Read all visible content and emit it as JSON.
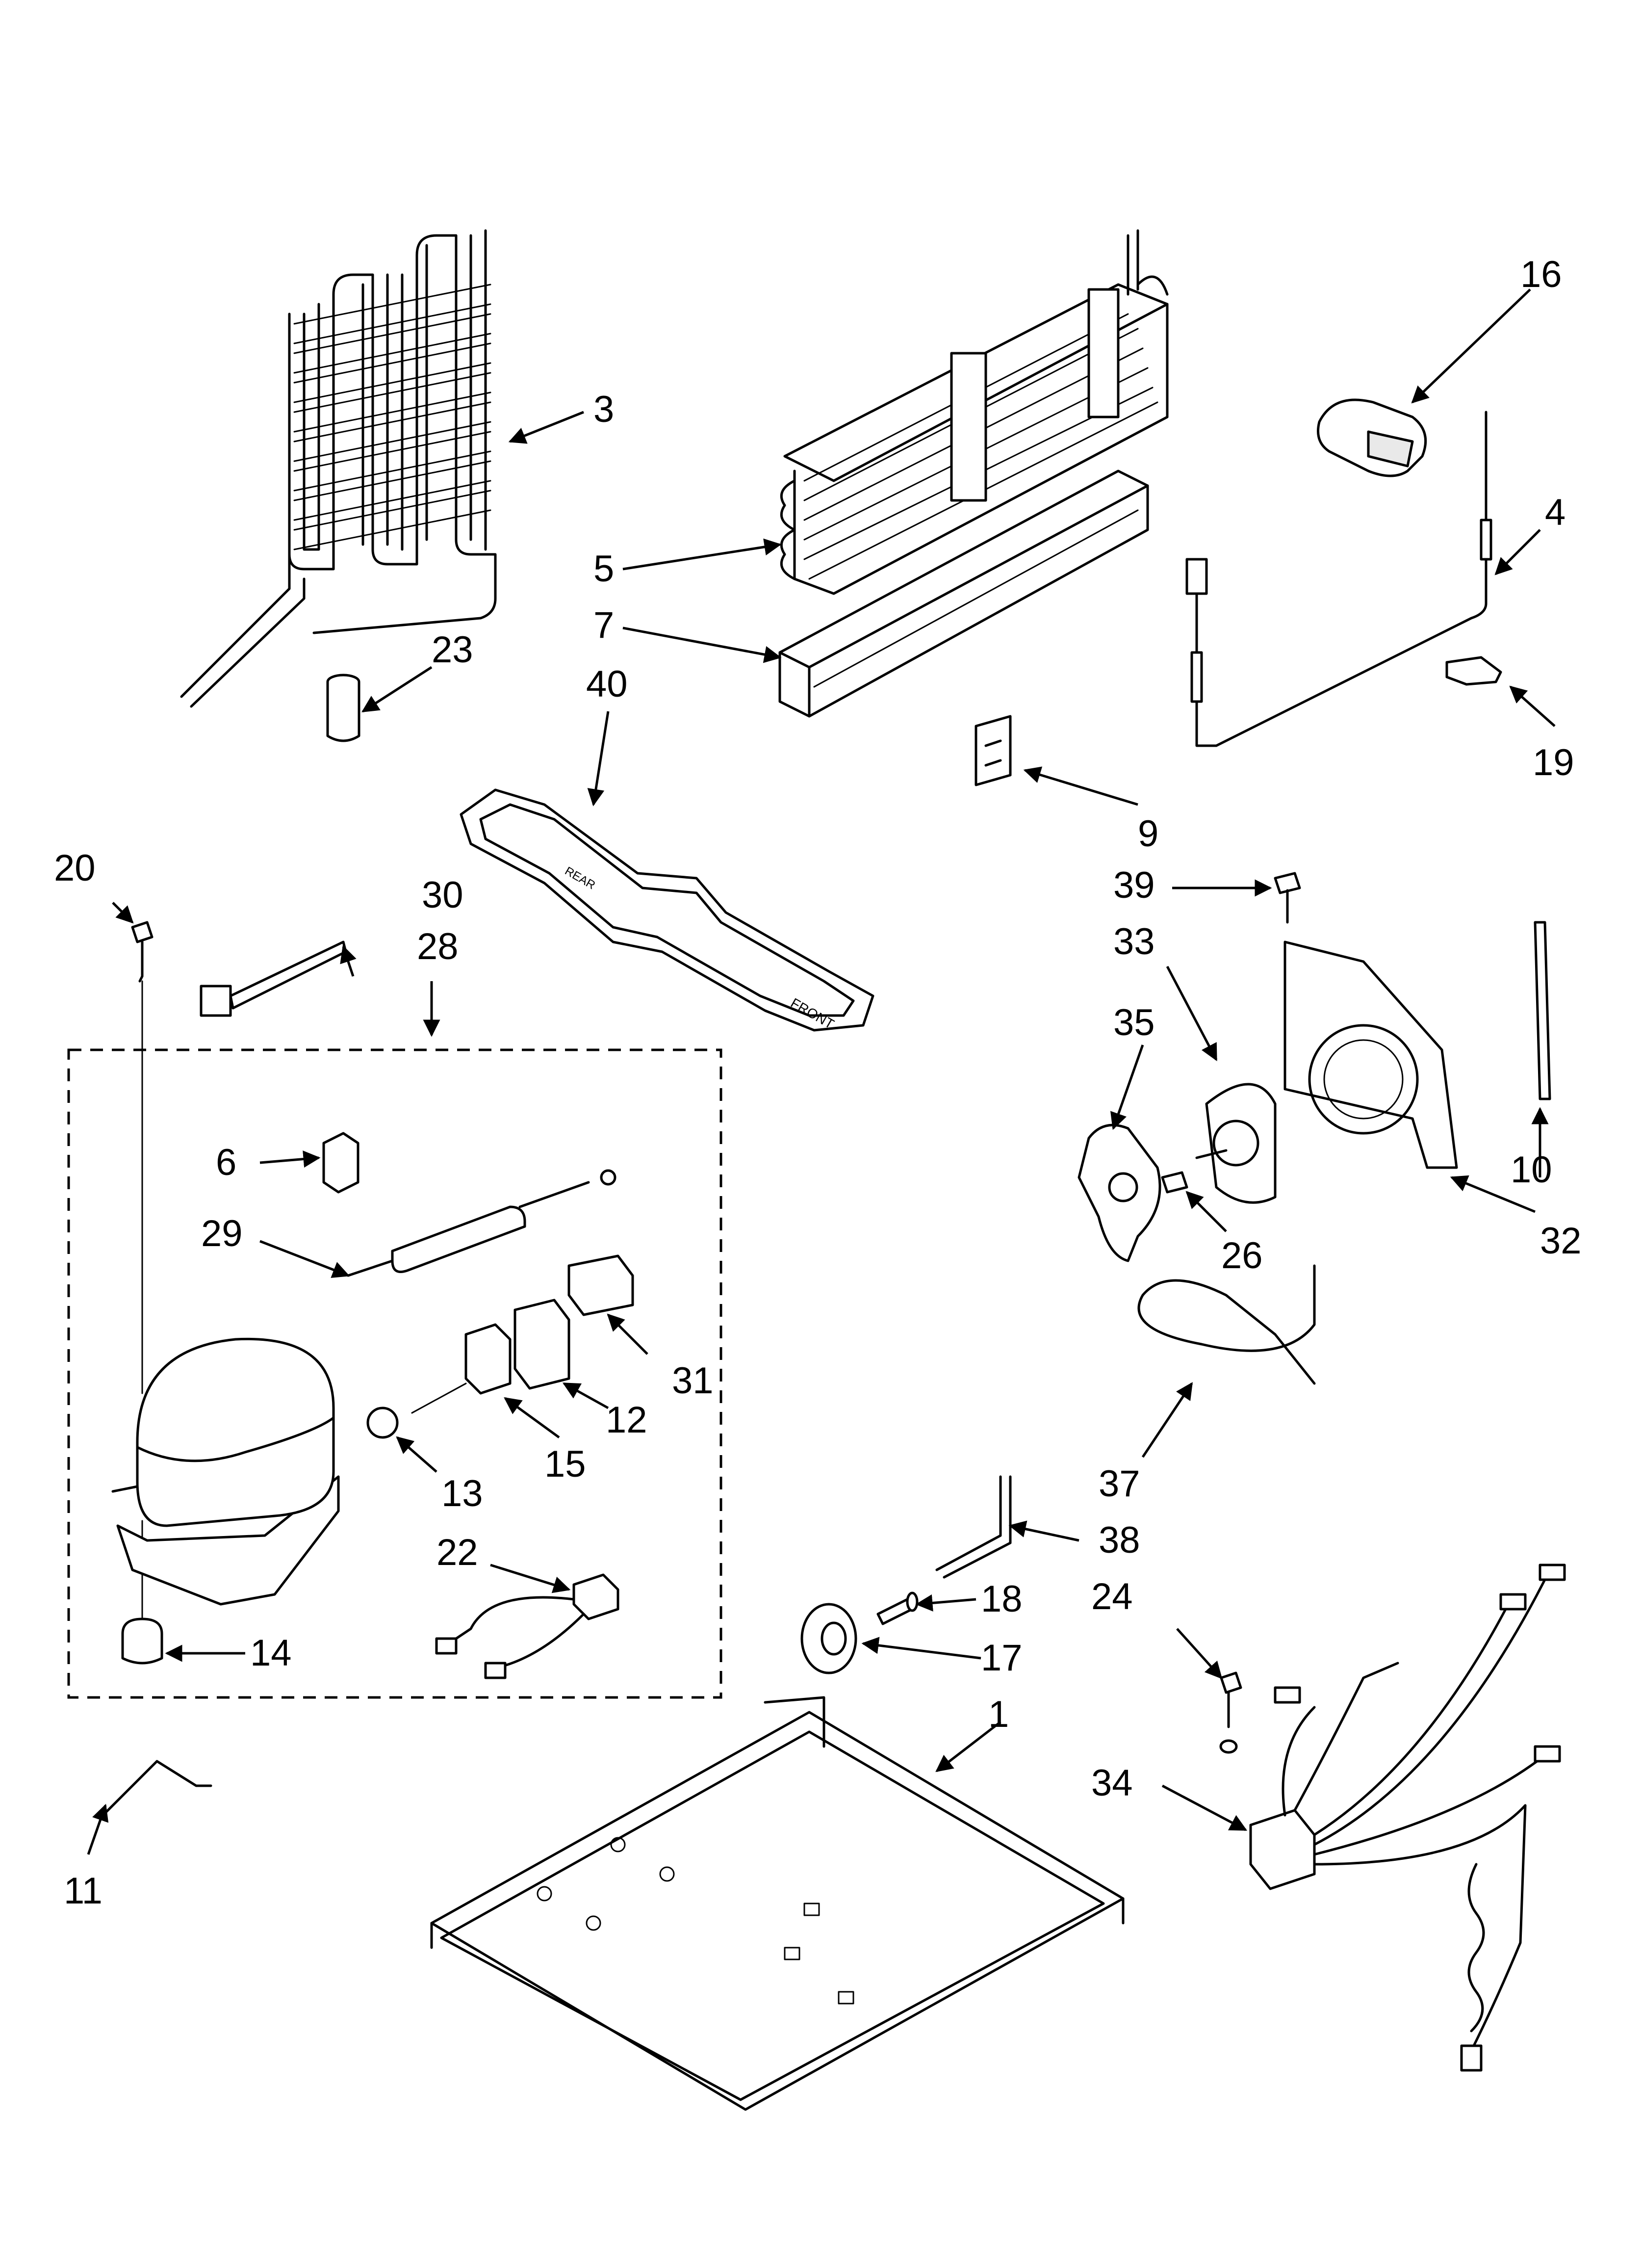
{
  "diagram": {
    "type": "exploded-parts-diagram",
    "group_box_label": "28",
    "callouts": [
      {
        "id": "c1",
        "label": "1"
      },
      {
        "id": "c3",
        "label": "3"
      },
      {
        "id": "c4",
        "label": "4"
      },
      {
        "id": "c5",
        "label": "5"
      },
      {
        "id": "c6",
        "label": "6"
      },
      {
        "id": "c7",
        "label": "7"
      },
      {
        "id": "c9",
        "label": "9"
      },
      {
        "id": "c10",
        "label": "10"
      },
      {
        "id": "c11",
        "label": "11"
      },
      {
        "id": "c12",
        "label": "12"
      },
      {
        "id": "c13",
        "label": "13"
      },
      {
        "id": "c14",
        "label": "14"
      },
      {
        "id": "c15",
        "label": "15"
      },
      {
        "id": "c16",
        "label": "16"
      },
      {
        "id": "c17",
        "label": "17"
      },
      {
        "id": "c18",
        "label": "18"
      },
      {
        "id": "c19",
        "label": "19"
      },
      {
        "id": "c20",
        "label": "20"
      },
      {
        "id": "c22",
        "label": "22"
      },
      {
        "id": "c23",
        "label": "23"
      },
      {
        "id": "c24",
        "label": "24"
      },
      {
        "id": "c26",
        "label": "26"
      },
      {
        "id": "c29",
        "label": "29"
      },
      {
        "id": "c30",
        "label": "30"
      },
      {
        "id": "c31",
        "label": "31"
      },
      {
        "id": "c32",
        "label": "32"
      },
      {
        "id": "c33",
        "label": "33"
      },
      {
        "id": "c34",
        "label": "34"
      },
      {
        "id": "c35",
        "label": "35"
      },
      {
        "id": "c37",
        "label": "37"
      },
      {
        "id": "c38",
        "label": "38"
      },
      {
        "id": "c39",
        "label": "39"
      },
      {
        "id": "c40",
        "label": "40"
      }
    ],
    "embossed_text": {
      "drain_pan": "FRONT",
      "drain_pan_arrow": "REAR"
    }
  }
}
